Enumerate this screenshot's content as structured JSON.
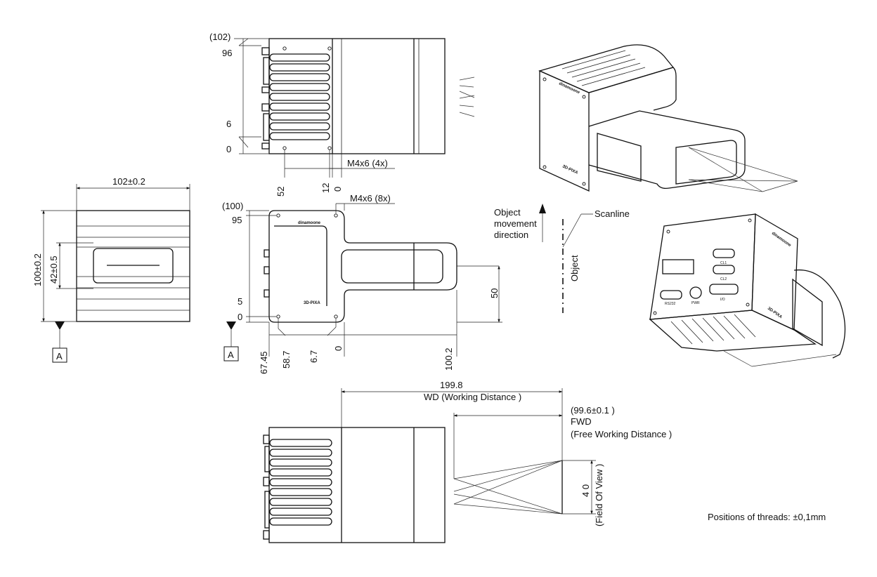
{
  "top_view": {
    "dim_102": "(102)",
    "dim_96": "96",
    "dim_6": "6",
    "dim_0": "0",
    "thread_label": "M4x6 (4x)",
    "dim_52": "52",
    "dim_12": "12",
    "dim_0b": "0"
  },
  "end_view": {
    "width_label": "102±0.2",
    "height_label": "100±0.2",
    "window_label": "42±0.5",
    "datum": "A"
  },
  "side_view": {
    "thread_label": "M4x6 (8x)",
    "dim_100": "(100)",
    "dim_95": "95",
    "dim_5": "5",
    "dim_0": "0",
    "dim_67_45": "67.45",
    "dim_58_7": "58.7",
    "dim_6_7": "6.7",
    "dim_0b": "0",
    "dim_100_2": "100.2",
    "dim_50": "50",
    "datum": "A",
    "brand_text": "dinamoone",
    "model_text": "3D-PIXA"
  },
  "annotations": {
    "movement_line1": "Object",
    "movement_line2": "movement",
    "movement_line3": "direction",
    "scanline": "Scanline",
    "object": "Object"
  },
  "bottom_view": {
    "wd_value": "199.8",
    "wd_label": "WD (Working Distance )",
    "fwd_value": "(99.6±0.1 )",
    "fwd_label": "FWD",
    "fwd_desc": "(Free Working Distance )",
    "fov_value": "4 0",
    "fov_label": "(Field Of View )"
  },
  "note": "Positions of threads: ±0,1mm",
  "iso_views": {
    "model_text": "3D-PIXA",
    "brand_text": "dinamoone",
    "port_labels": [
      "CL1",
      "CL2",
      "RS232",
      "PWR",
      "I/O"
    ]
  }
}
